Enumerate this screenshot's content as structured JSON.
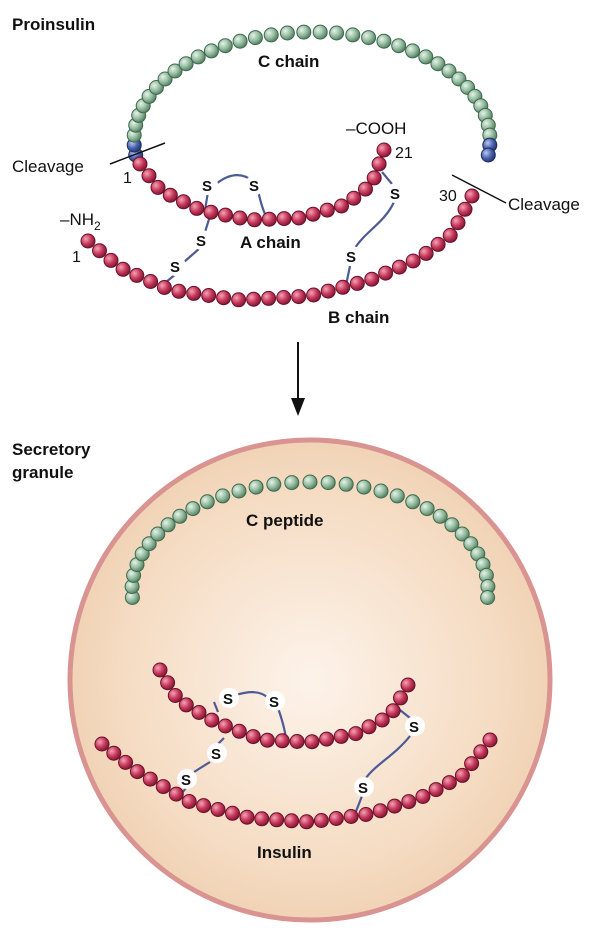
{
  "proinsulin": {
    "title": "Proinsulin",
    "c_chain_label": "C chain",
    "a_chain_label": "A chain",
    "b_chain_label": "B chain",
    "cleavage_left": "Cleavage",
    "cleavage_right": "Cleavage",
    "cooh_label": "–COOH",
    "nh2_label": "–NH",
    "nh2_subscript": "2",
    "a_start_num": "1",
    "a_end_num": "21",
    "b_start_num": "1",
    "b_end_num": "30",
    "disulfide_letter": "S"
  },
  "granule": {
    "title_line1": "Secretory",
    "title_line2": "granule",
    "c_peptide_label": "C peptide",
    "insulin_label": "Insulin"
  },
  "colors": {
    "red_bead": "#c5375a",
    "green_bead": "#8fb79c",
    "blue_bead": "#4a63ad",
    "bond_line": "#4d5a98",
    "granule_fill": "#f6e2cc",
    "granule_border": "#d99390"
  }
}
